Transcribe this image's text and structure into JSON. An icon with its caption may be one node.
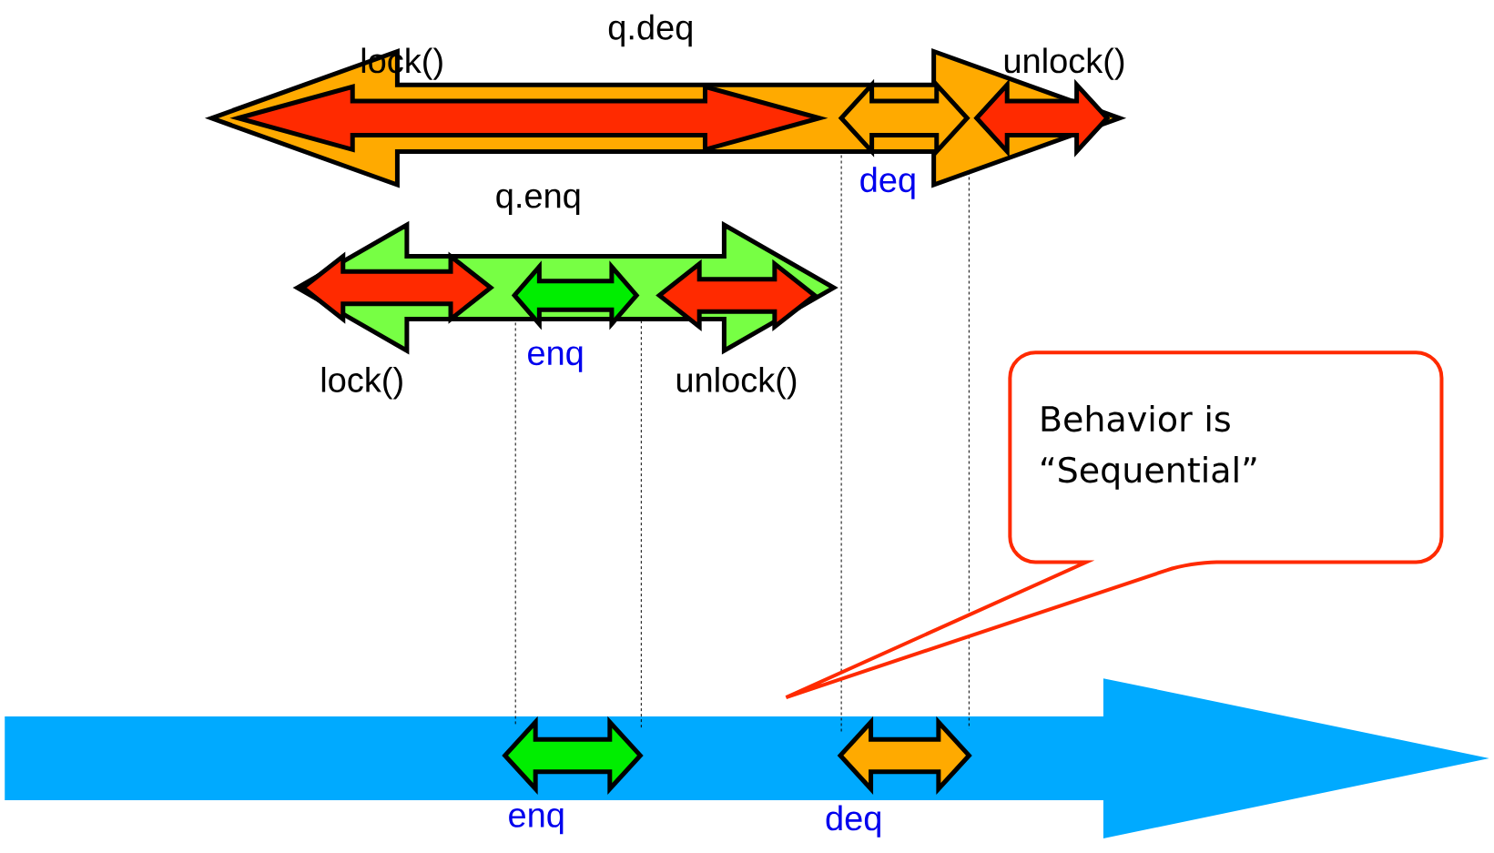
{
  "diagram": {
    "nodes": [
      {
        "text": [
          "Behavior is “Sequential”"
        ]
      }
    ],
    "edges": [],
    "labels": [
      "q.deq",
      "lock()",
      "unlock()",
      "deq",
      "q.enq",
      "enq",
      "lock()",
      "unlock()",
      "enq",
      "deq"
    ]
  }
}
